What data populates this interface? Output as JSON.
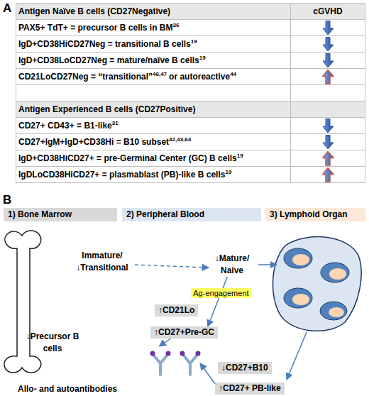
{
  "diagram": {
    "nodes": [
      {
        "text": [
          "1) Bone Marrow"
        ]
      },
      {
        "text": [
          "2) Peripheral Blood"
        ]
      },
      {
        "text": [
          "3) Lymphoid Organ"
        ]
      },
      {
        "text": [
          "↓Precursor B cells"
        ]
      },
      {
        "text": [
          "Immature/ ↓Transitional"
        ]
      },
      {
        "text": [
          "↓Mature/ Naive"
        ]
      },
      {
        "text": [
          "↑CD21Lo"
        ]
      },
      {
        "text": [
          "↑CD27+Pre-GC"
        ]
      },
      {
        "text": [
          "↓CD27+B10"
        ]
      },
      {
        "text": [
          "↑CD27+ PB-like"
        ]
      },
      {
        "text": [
          "Allo- and autoantibodies"
        ]
      }
    ],
    "edges": [
      {
        "from": 4,
        "to": 5,
        "arrow": "to"
      },
      {
        "from": 5,
        "to": 7,
        "label": "Ag-engagement",
        "arrow": "to"
      },
      {
        "from": 7,
        "to": 10,
        "arrow": "to"
      },
      {
        "from": 9,
        "to": 10,
        "arrow": "to"
      }
    ],
    "labels": [
      "A",
      "Antigen Naïve B cells (CD27Negative)",
      "cGVHD",
      "PAX5+ TdT+ = precursor B cells in BM",
      "36",
      "IgD+CD38HiCD27Neg = transitional B cells",
      "19",
      "IgD+CD38LoCD27Neg = mature/naïve B cells",
      "19",
      "CD21LoCD27Neg = “transitional”",
      "46,47",
      "or autoreactive",
      "44",
      "Antigen Experienced B cells (CD27Positive)",
      "CD27+ CD43+ = B1-like",
      "31",
      "CD27+IgM+IgD+CD38Hi = B10 subset",
      "42,43,64",
      "IgD+CD38HiCD27+ = pre-Germinal Center (GC) B cells",
      "19",
      "IgDLoCD38HiCD27+ = plasmablast (PB)-like B cells",
      "19",
      "B"
    ]
  }
}
